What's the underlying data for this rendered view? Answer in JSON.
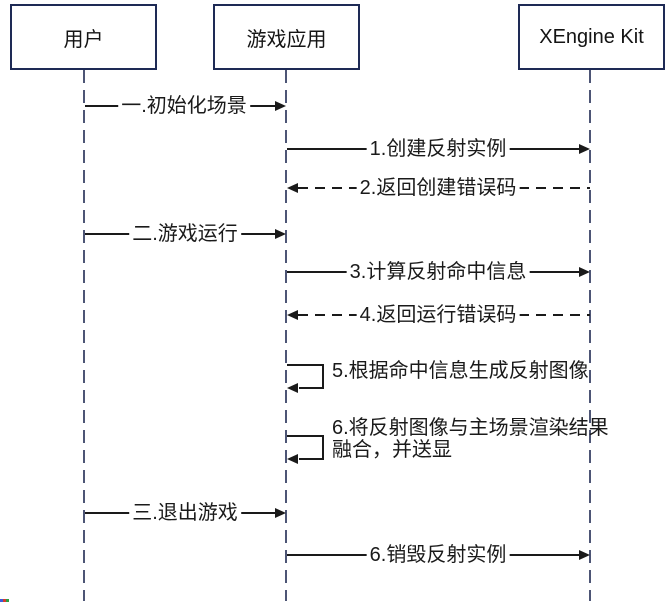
{
  "diagram": {
    "type": "uml-sequence-diagram",
    "actors": [
      {
        "id": "user",
        "label": "用户"
      },
      {
        "id": "game-app",
        "label": "游戏应用"
      },
      {
        "id": "xengine-kit",
        "label": "XEngine Kit"
      }
    ],
    "messages": [
      {
        "label": "一.初始化场景",
        "from": "用户",
        "to": "游戏应用",
        "line": "solid"
      },
      {
        "label": "1.创建反射实例",
        "from": "游戏应用",
        "to": "XEngine Kit",
        "line": "solid"
      },
      {
        "label": "2.返回创建错误码",
        "from": "XEngine Kit",
        "to": "游戏应用",
        "line": "dashed"
      },
      {
        "label": "二.游戏运行",
        "from": "用户",
        "to": "游戏应用",
        "line": "solid"
      },
      {
        "label": "3.计算反射命中信息",
        "from": "游戏应用",
        "to": "XEngine Kit",
        "line": "solid"
      },
      {
        "label": "4.返回运行错误码",
        "from": "XEngine Kit",
        "to": "游戏应用",
        "line": "dashed"
      },
      {
        "label": "5.根据命中信息生成反射图像",
        "from": "游戏应用",
        "to": "游戏应用",
        "line": "self"
      },
      {
        "label": "6.将反射图像与主场景渲染结果融合，并送显",
        "lines": [
          "6.将反射图像与主场景渲染结果",
          "融合，并送显"
        ],
        "from": "游戏应用",
        "to": "游戏应用",
        "line": "self"
      },
      {
        "label": "三.退出游戏",
        "from": "用户",
        "to": "游戏应用",
        "line": "solid"
      },
      {
        "label": "6.销毁反射实例",
        "from": "游戏应用",
        "to": "XEngine Kit",
        "line": "solid"
      }
    ]
  },
  "colors": {
    "background": "#ffffff",
    "actor_border": "#1e2a55",
    "lifeline": "#4d5575",
    "arrow": "#1a1a1a",
    "text": "#1a1a1a"
  }
}
